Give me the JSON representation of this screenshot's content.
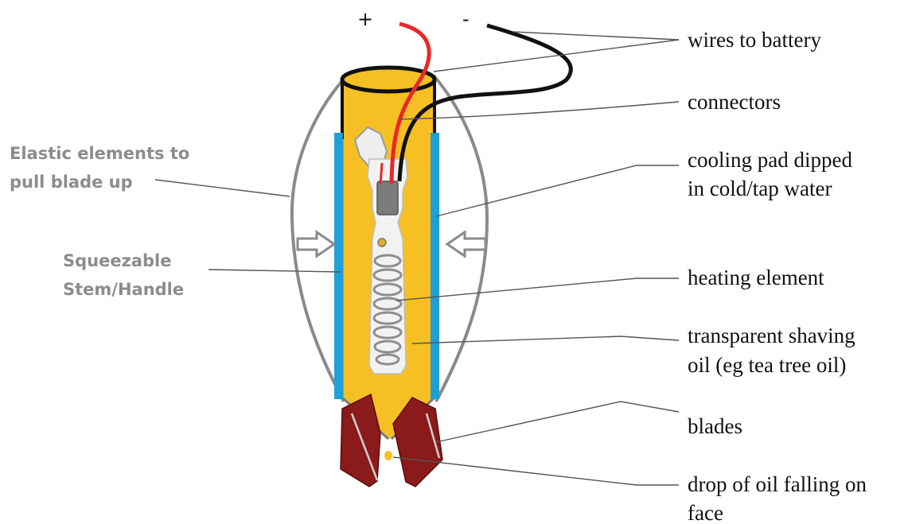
{
  "polarity": {
    "plus": "+",
    "minus": "-"
  },
  "labels": {
    "wires": "wires to battery",
    "connectors": "connectors",
    "cooling_pad_1": "cooling pad dipped",
    "cooling_pad_2": "in cold/tap water",
    "heating_element": "heating element",
    "shaving_oil_1": "transparent shaving",
    "shaving_oil_2": "oil (eg tea tree oil)",
    "blades": "blades",
    "drop_1": "drop of oil falling on",
    "drop_2": "face",
    "elastic_1": "Elastic elements to",
    "elastic_2": "pull blade up",
    "stem_1": "Squeezable",
    "stem_2": "Stem/Handle"
  },
  "colors": {
    "oil": "#f6c024",
    "cooling_pad": "#1e9fd8",
    "blade": "#8b1a1a",
    "wire_positive": "#e8282a",
    "wire_negative": "#111111",
    "elastic": "#8a8a8a",
    "label_side": "#8c8c8c"
  }
}
